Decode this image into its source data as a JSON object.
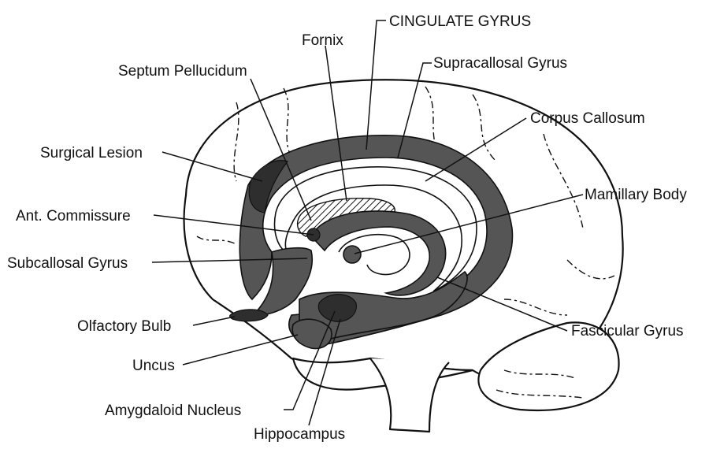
{
  "labels": {
    "cingulate_gyrus": "CINGULATE GYRUS",
    "fornix": "Fornix",
    "supracallosal_gyrus": "Supracallosal Gyrus",
    "septum_pellucidum": "Septum Pellucidum",
    "corpus_callosum": "Corpus Callosum",
    "surgical_lesion": "Surgical Lesion",
    "mamillary_body": "Mamillary Body",
    "ant_commissure": "Ant. Commissure",
    "subcallosal_gyrus": "Subcallosal Gyrus",
    "olfactory_bulb": "Olfactory Bulb",
    "fascicular_gyrus": "Fascicular Gyrus",
    "uncus": "Uncus",
    "amygdaloid_nucleus": "Amygdaloid Nucleus",
    "hippocampus": "Hippocampus"
  }
}
